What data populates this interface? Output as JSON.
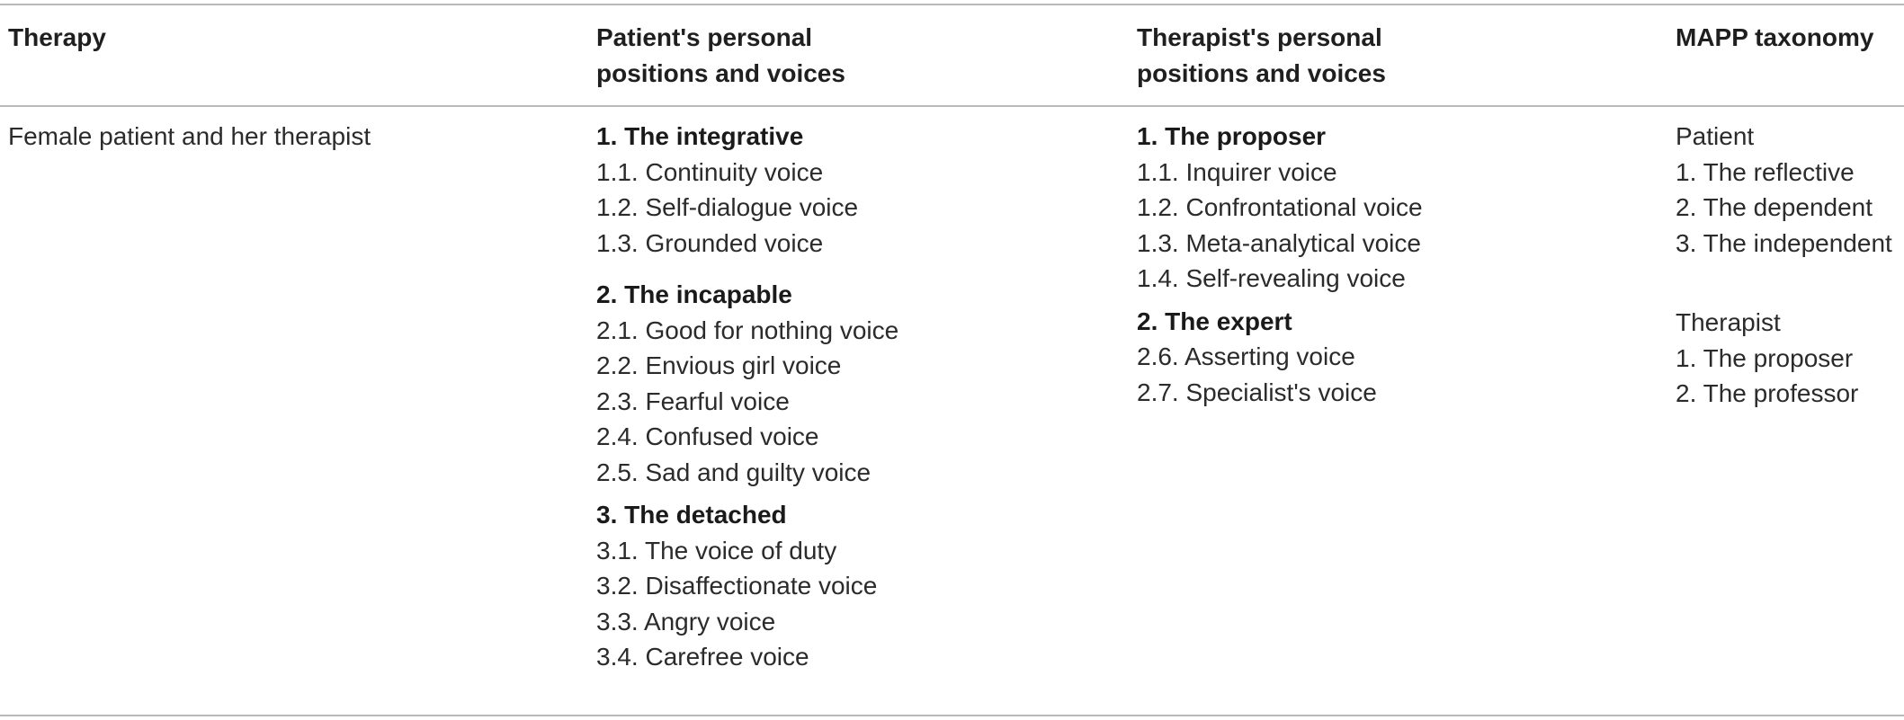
{
  "header": {
    "therapy": "Therapy",
    "patient_line1": "Patient's personal",
    "patient_line2": "positions and voices",
    "therapist_line1": "Therapist's personal",
    "therapist_line2": "positions and voices",
    "mapp": "MAPP taxonomy"
  },
  "row": {
    "therapy": "Female patient and her therapist",
    "patient_positions": [
      {
        "title": "1. The integrative",
        "voices": [
          "1.1. Continuity voice",
          "1.2. Self-dialogue voice",
          "1.3. Grounded voice"
        ]
      },
      {
        "title": "2. The incapable",
        "voices": [
          "2.1. Good for nothing voice",
          "2.2. Envious girl voice",
          "2.3. Fearful voice",
          "2.4. Confused voice",
          "2.5. Sad and guilty voice"
        ]
      },
      {
        "title": "3. The detached",
        "voices": [
          "3.1. The voice of duty",
          "3.2. Disaffectionate voice",
          "3.3. Angry voice",
          "3.4. Carefree voice"
        ]
      }
    ],
    "therapist_positions": [
      {
        "title": "1. The proposer",
        "voices": [
          "1.1. Inquirer voice",
          "1.2. Confrontational voice",
          "1.3. Meta-analytical voice",
          "1.4. Self-revealing voice"
        ]
      },
      {
        "title": "2. The expert",
        "voices": [
          "2.6. Asserting voice",
          "2.7. Specialist's voice"
        ]
      }
    ],
    "mapp": {
      "patient_label": "Patient",
      "patient_items": [
        "1. The reflective",
        "2. The dependent",
        "3. The independent"
      ],
      "therapist_label": "Therapist",
      "therapist_items": [
        "1. The proposer",
        "2. The professor"
      ]
    }
  }
}
